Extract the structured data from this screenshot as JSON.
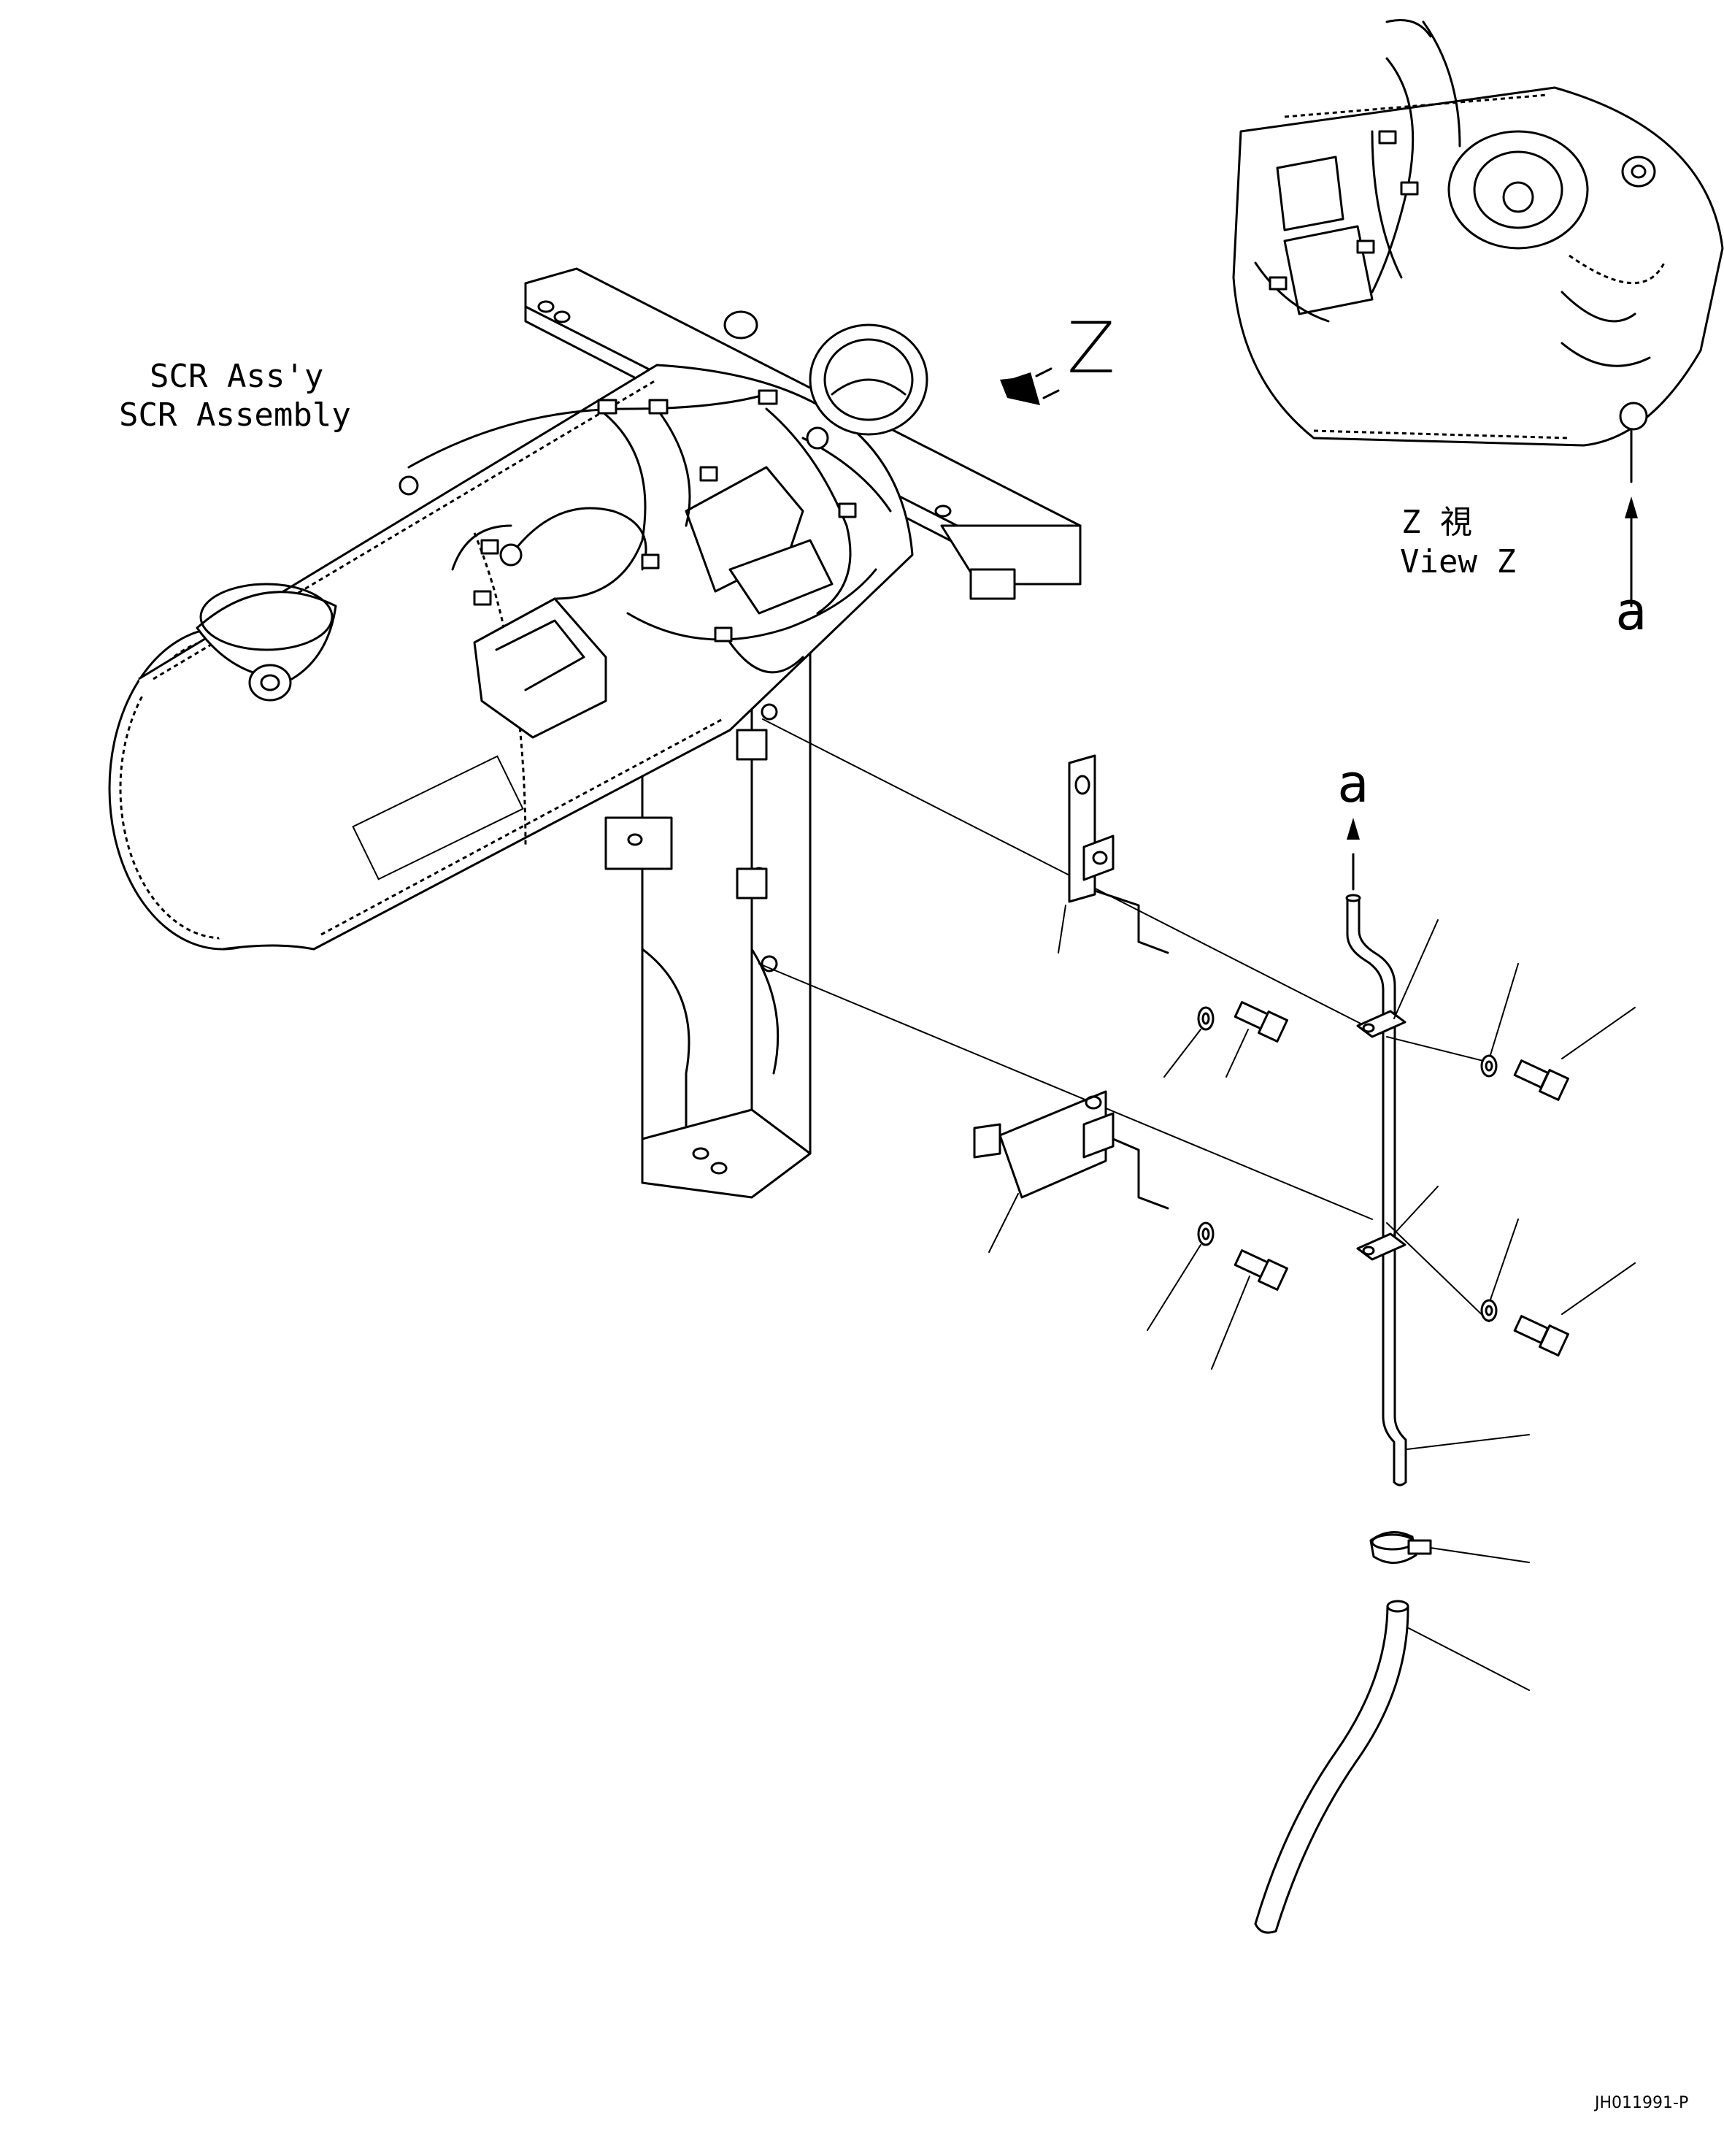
{
  "labels": {
    "assembly_jp": "SCR Ass'y",
    "assembly_en": "SCR Assembly",
    "view_letter": "Z",
    "view_jp": "Z  視",
    "view_en": "View Z",
    "ref_a_top": "a",
    "ref_a_pipe": "a",
    "drawing_number": "JH011991-P"
  },
  "colors": {
    "line": "#000000",
    "background": "#ffffff"
  }
}
